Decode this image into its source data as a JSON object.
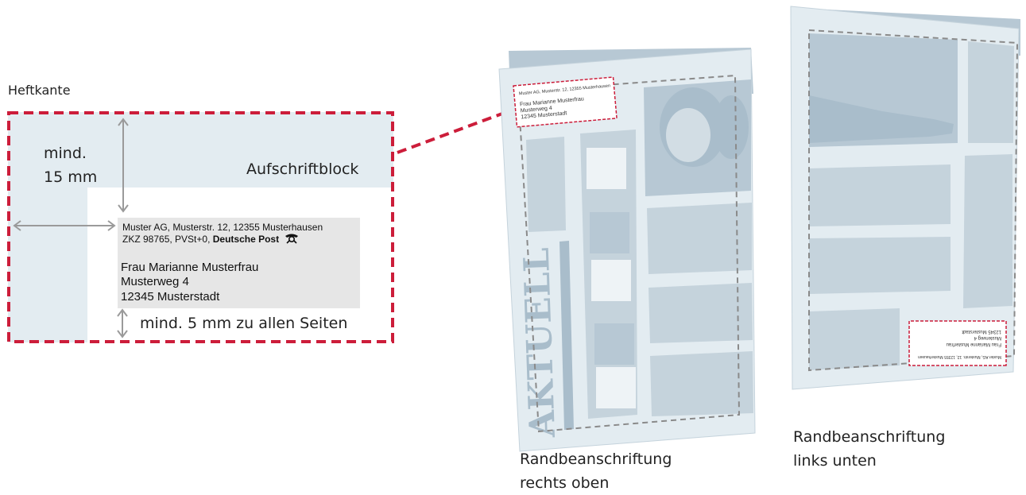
{
  "labels": {
    "heftkante": "Heftkante",
    "mind15_line1": "mind.",
    "mind15_line2": "15 mm",
    "aufschriftblock": "Aufschriftblock",
    "mind5": "mind. 5 mm zu allen Seiten"
  },
  "address": {
    "sender_line1": "Muster AG, Musterstr. 12, 12355 Musterhausen",
    "sender_line2_prefix": "ZKZ 98765, PVSt+0, ",
    "sender_brand": "Deutsche Post",
    "recipient_name": "Frau Marianne Musterfrau",
    "recipient_street": "Musterweg 4",
    "recipient_city": "12345 Musterstadt"
  },
  "captions": {
    "right_top_line1": "Randbeanschriftung",
    "right_top_line2": "rechts oben",
    "left_bottom_line1": "Randbeanschriftung",
    "left_bottom_line2": "links unten"
  },
  "brochure_text": "AKTUELL",
  "colors": {
    "red_dashed": "#cc1d3a",
    "light_blue": "#e3ecf1",
    "mid_blue": "#b7c8d4",
    "dark_blue": "#9bb1c0",
    "gray_block": "#e6e6e6",
    "arrow_gray": "#9a9a9a",
    "dash_gray": "#8a8a8a"
  }
}
